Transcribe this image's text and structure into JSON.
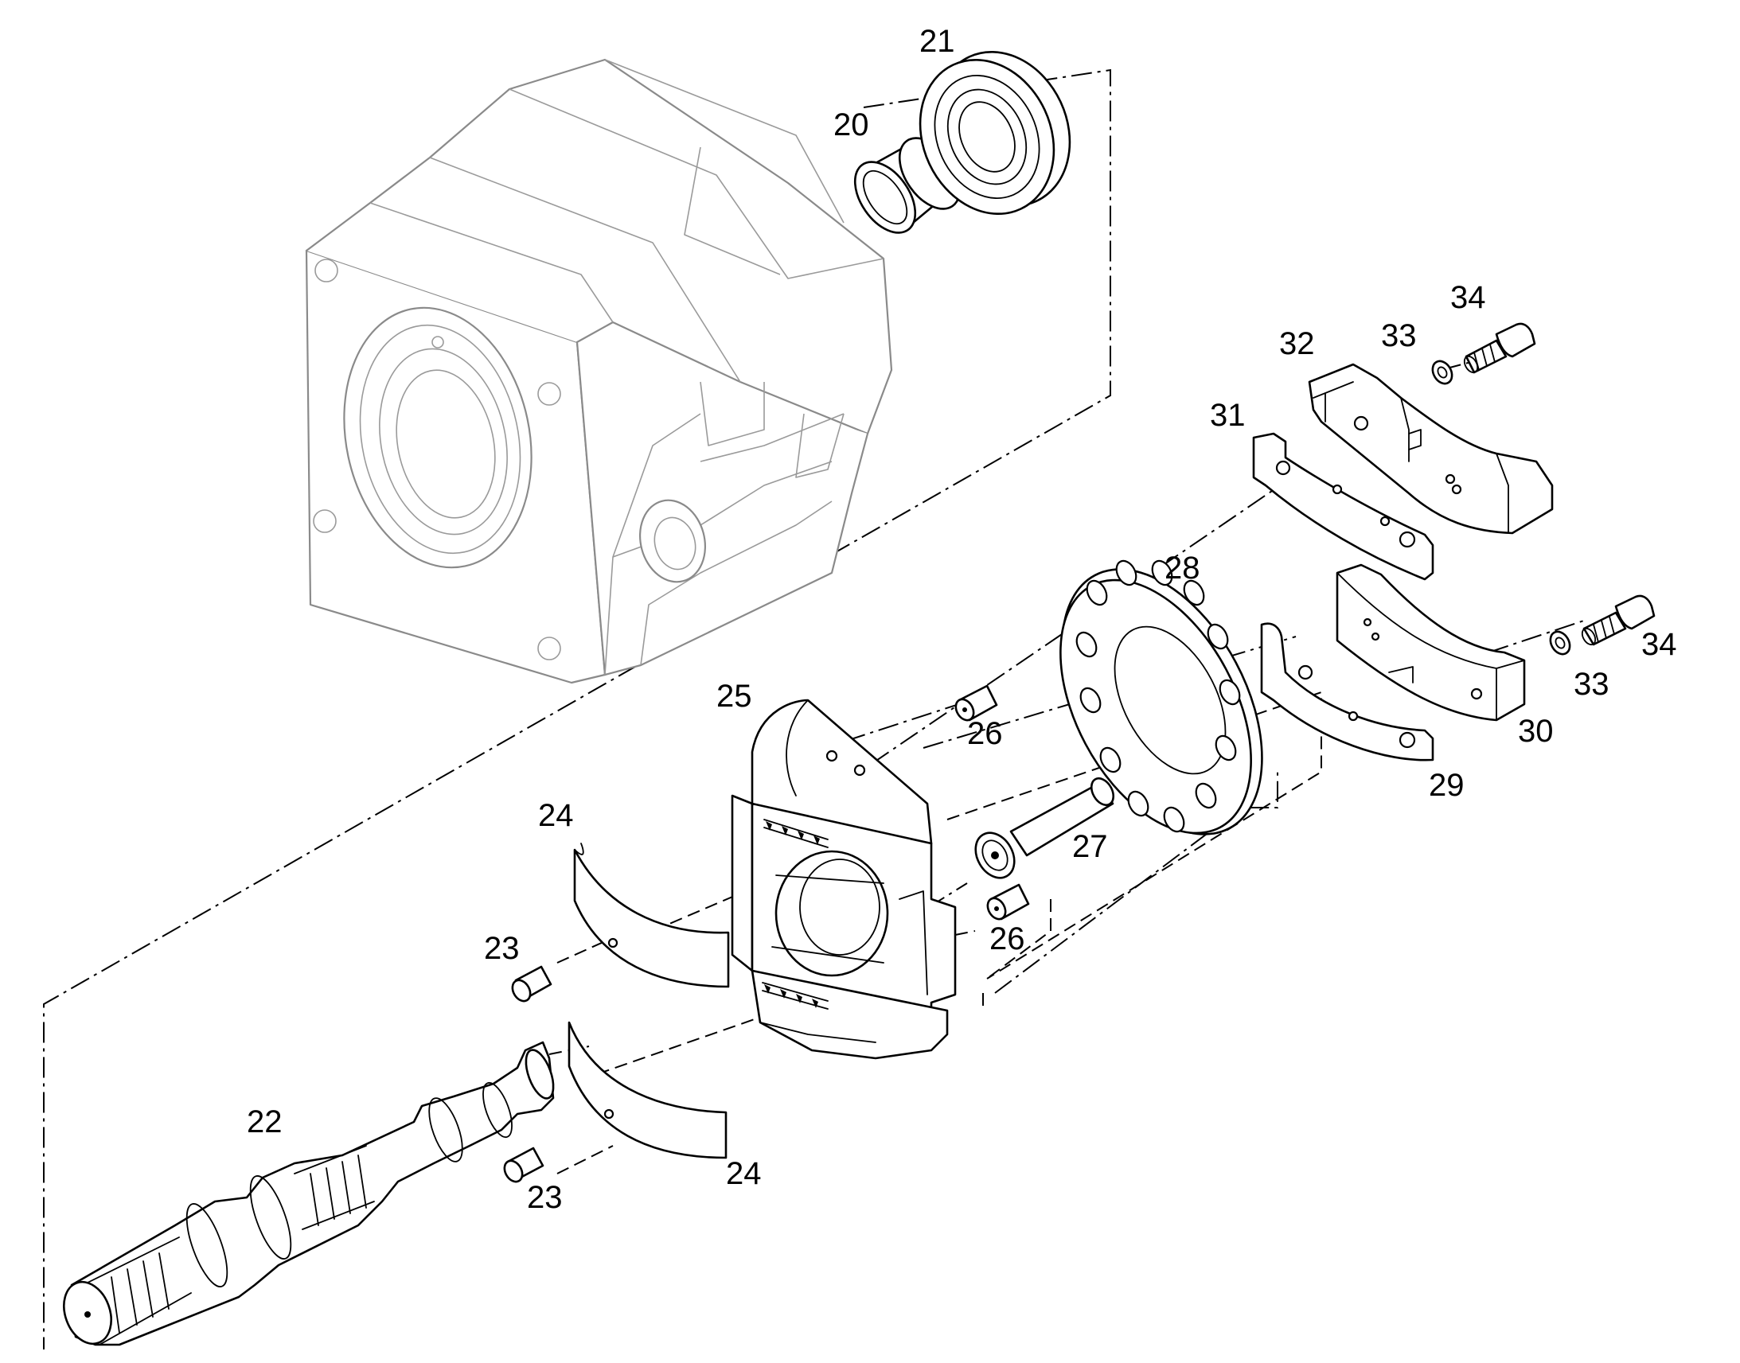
{
  "callouts": [
    {
      "id": "20",
      "label": "20"
    },
    {
      "id": "21",
      "label": "21"
    },
    {
      "id": "22",
      "label": "22"
    },
    {
      "id": "23a",
      "label": "23"
    },
    {
      "id": "23b",
      "label": "23"
    },
    {
      "id": "24a",
      "label": "24"
    },
    {
      "id": "24b",
      "label": "24"
    },
    {
      "id": "25",
      "label": "25"
    },
    {
      "id": "26a",
      "label": "26"
    },
    {
      "id": "26b",
      "label": "26"
    },
    {
      "id": "27",
      "label": "27"
    },
    {
      "id": "28",
      "label": "28"
    },
    {
      "id": "29",
      "label": "29"
    },
    {
      "id": "30",
      "label": "30"
    },
    {
      "id": "31",
      "label": "31"
    },
    {
      "id": "32",
      "label": "32"
    },
    {
      "id": "33a",
      "label": "33"
    },
    {
      "id": "33b",
      "label": "33"
    },
    {
      "id": "34a",
      "label": "34"
    },
    {
      "id": "34b",
      "label": "34"
    }
  ]
}
